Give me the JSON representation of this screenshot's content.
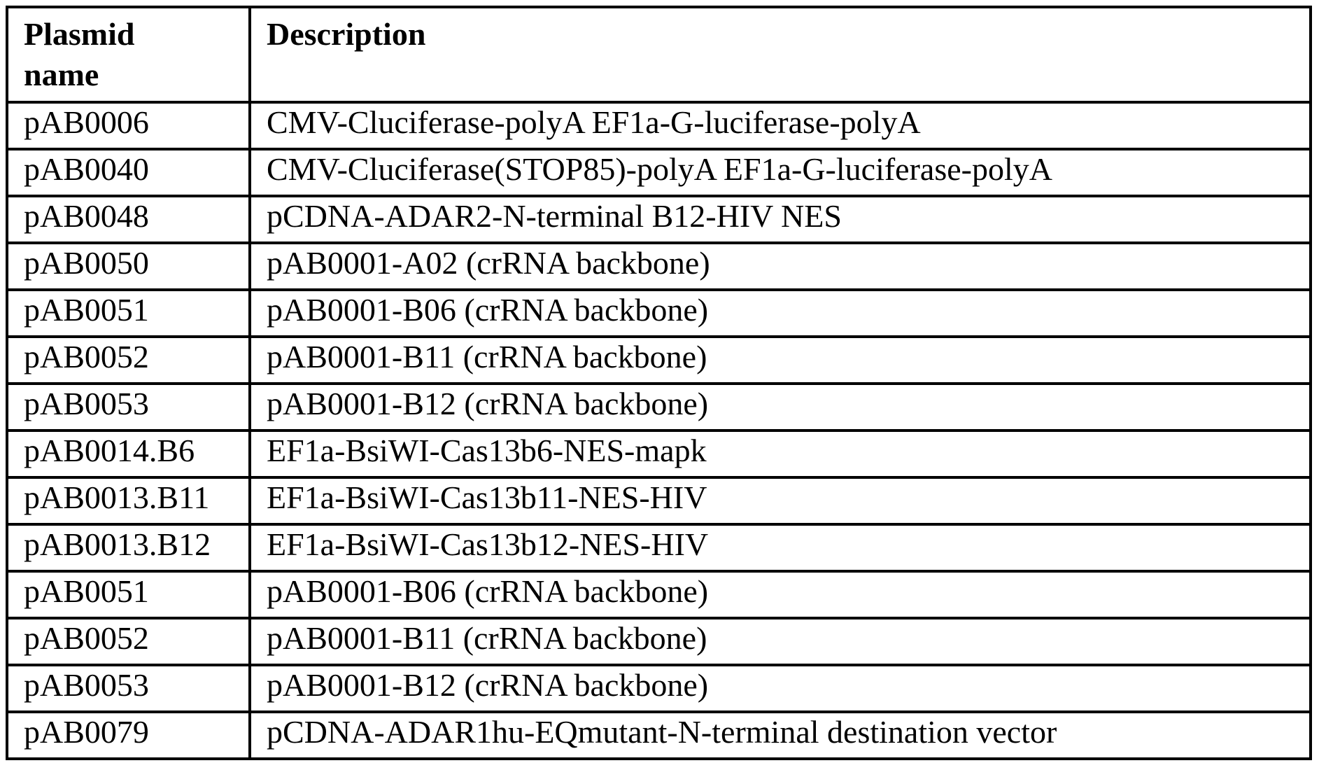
{
  "table": {
    "header": {
      "plasmid_name": "Plasmid\nname",
      "description": "Description"
    },
    "rows": [
      {
        "name": "pAB0006",
        "description": "CMV-Cluciferase-polyA EF1a-G-luciferase-polyA"
      },
      {
        "name": "pAB0040",
        "description": "CMV-Cluciferase(STOP85)-polyA EF1a-G-luciferase-polyA"
      },
      {
        "name": "pAB0048",
        "description": "pCDNA-ADAR2-N-terminal B12-HIV NES"
      },
      {
        "name": "pAB0050",
        "description": "pAB0001-A02 (crRNA backbone)"
      },
      {
        "name": "pAB0051",
        "description": "pAB0001-B06 (crRNA backbone)"
      },
      {
        "name": "pAB0052",
        "description": "pAB0001-B11 (crRNA backbone)"
      },
      {
        "name": "pAB0053",
        "description": "pAB0001-B12 (crRNA backbone)"
      },
      {
        "name": "pAB0014.B6",
        "description": "EF1a-BsiWI-Cas13b6-NES-mapk"
      },
      {
        "name": "pAB0013.B11",
        "description": "EF1a-BsiWI-Cas13b11-NES-HIV"
      },
      {
        "name": "pAB0013.B12",
        "description": "EF1a-BsiWI-Cas13b12-NES-HIV"
      },
      {
        "name": "pAB0051",
        "description": "pAB0001-B06 (crRNA backbone)"
      },
      {
        "name": "pAB0052",
        "description": "pAB0001-B11 (crRNA backbone)"
      },
      {
        "name": "pAB0053",
        "description": "pAB0001-B12 (crRNA backbone)"
      },
      {
        "name": "pAB0079",
        "description": "pCDNA-ADAR1hu-EQmutant-N-terminal destination vector"
      }
    ]
  }
}
